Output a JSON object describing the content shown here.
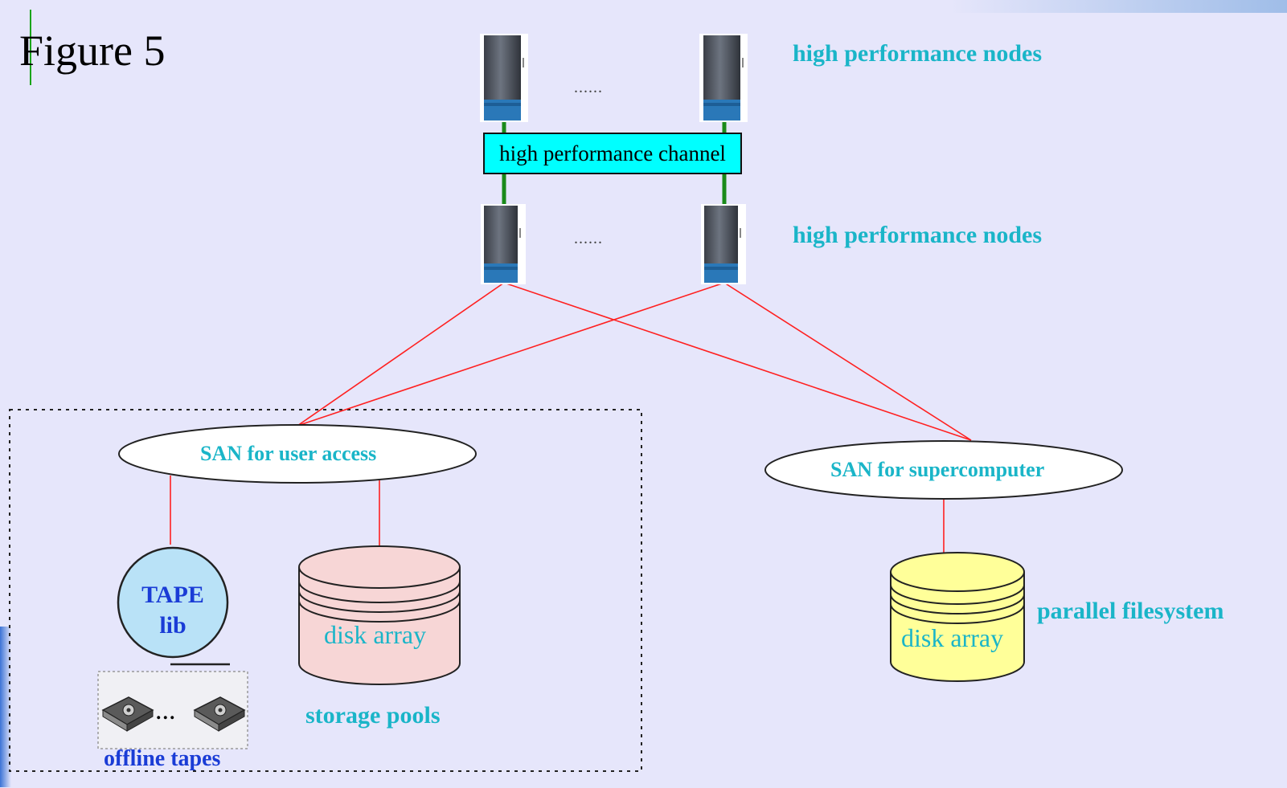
{
  "figure_title": "Figure 5",
  "nodes": {
    "top_label": "high performance nodes",
    "bottom_label": "high performance nodes",
    "ellipsis": "......"
  },
  "channel": {
    "label": "high performance channel"
  },
  "san_user": {
    "label": "SAN for user access"
  },
  "san_super": {
    "label": "SAN for supercomputer"
  },
  "tape": {
    "line1": "TAPE",
    "line2": "lib"
  },
  "offline_tapes": {
    "label": "offline tapes",
    "ellipsis": "..."
  },
  "disk_pool": {
    "label": "disk array",
    "caption": "storage pools"
  },
  "disk_parallel": {
    "label": "disk array",
    "caption": "parallel filesystem"
  },
  "colors": {
    "background": "#e6e6fb",
    "label_cyan": "#1ab5c8",
    "link_red": "#ff2020",
    "link_green": "#1a8a1a",
    "channel_fill": "#00ffff",
    "tape_fill": "#b9e2f7",
    "pool_fill": "#f7d6d6",
    "parallel_fill": "#ffff99",
    "tape_text": "#1a3cd6"
  }
}
